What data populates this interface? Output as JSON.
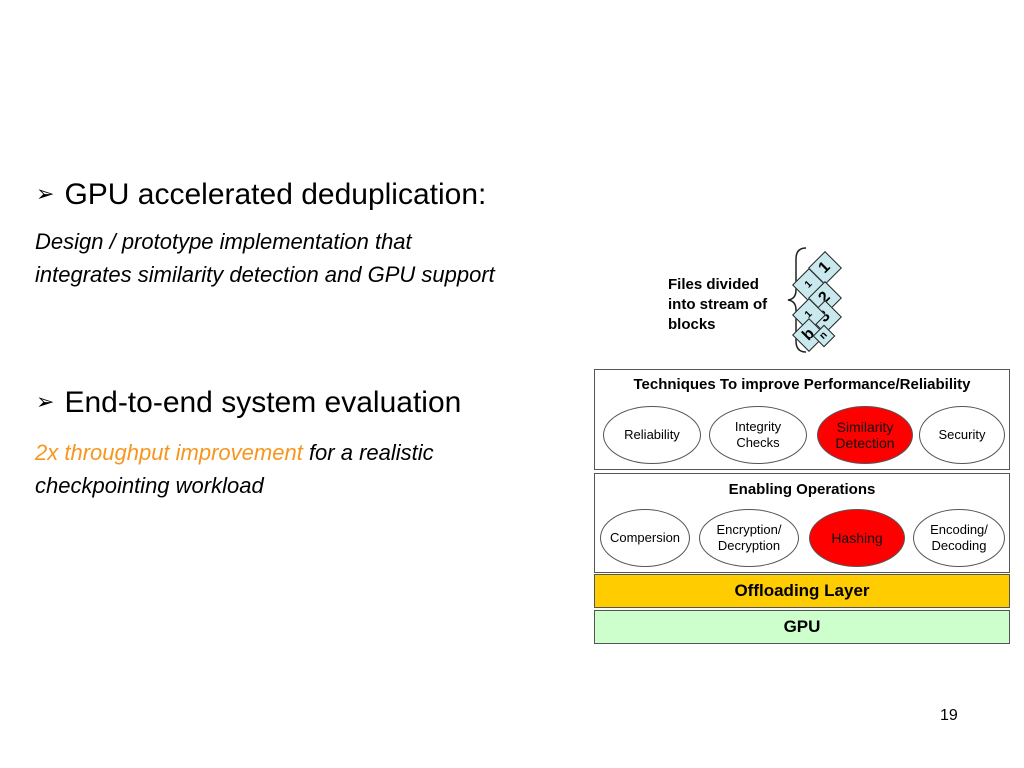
{
  "bullets": [
    {
      "title": "GPU accelerated deduplication:",
      "line1": "Design / prototype implementation that",
      "line2": "integrates similarity detection and GPU support"
    },
    {
      "title": "End-to-end system evaluation",
      "highlight": "2x throughput improvement",
      "line1_rest": " for a realistic",
      "line2": "checkpointing workload"
    }
  ],
  "files_diagram": {
    "label_lines": [
      "Files divided",
      "into stream of",
      "blocks"
    ],
    "blocks": [
      "1",
      "2",
      "3",
      "b"
    ],
    "block_subscripts": [
      "1",
      "1",
      "1",
      "n"
    ]
  },
  "stack": {
    "techniques_title": "Techniques To improve Performance/Reliability",
    "techniques": [
      "Reliability",
      "Integrity\nChecks",
      "Similarity\nDetection",
      "Security"
    ],
    "operations_title": "Enabling Operations",
    "operations": [
      "Compersion",
      "Encryption/\nDecryption",
      "Hashing",
      "Encoding/\nDecoding"
    ],
    "offloading": "Offloading Layer",
    "gpu": "GPU"
  },
  "page_number": "19",
  "colors": {
    "accent_orange": "#f7961e",
    "highlight_red": "#ff0000",
    "offload_yellow": "#ffcc00",
    "gpu_green": "#ccffcc"
  }
}
